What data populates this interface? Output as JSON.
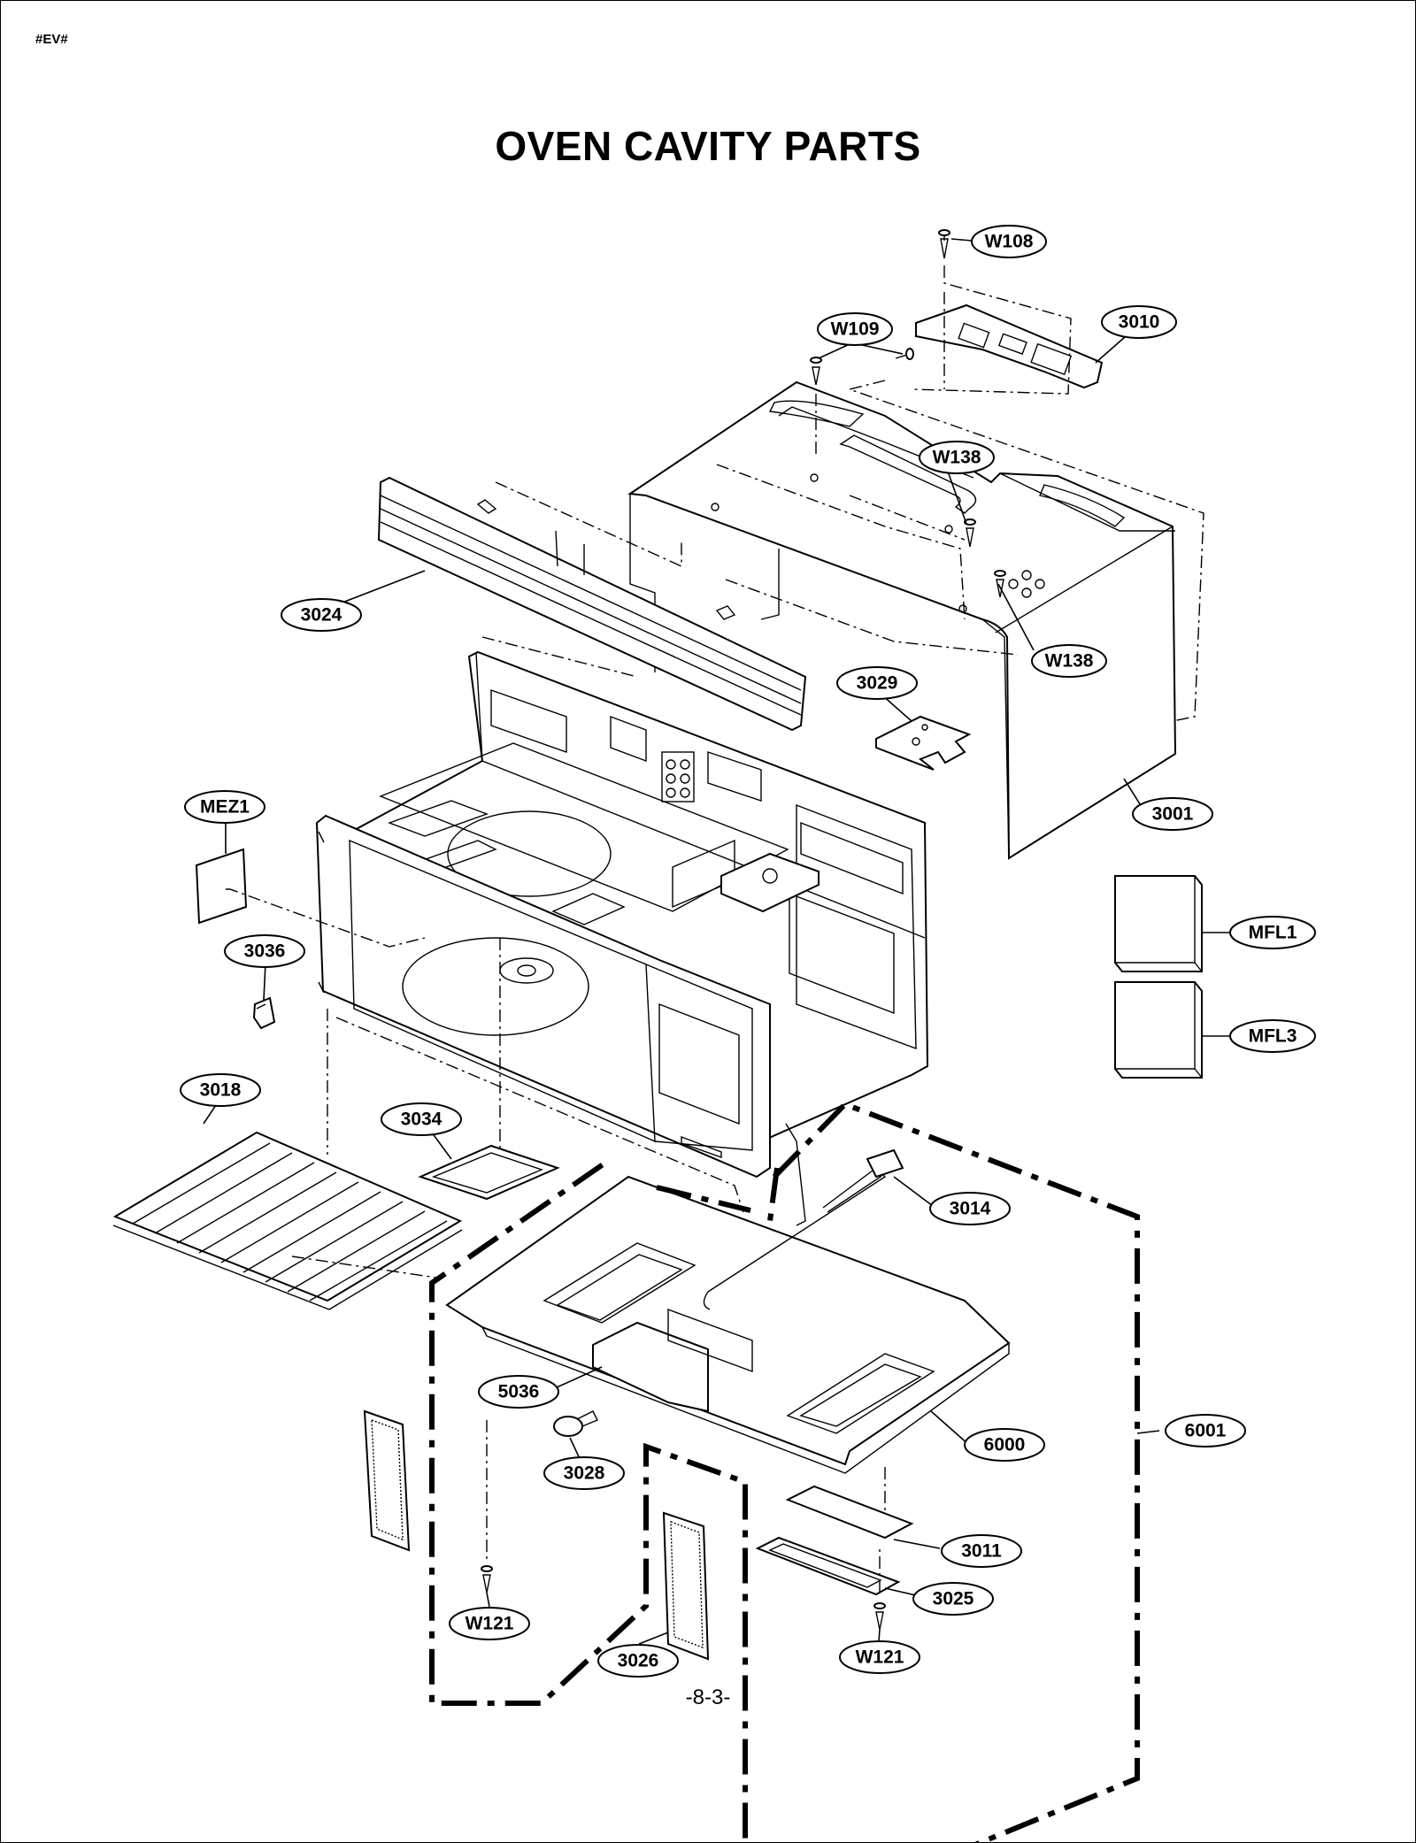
{
  "doc_code": "#EV#",
  "title": "OVEN CAVITY PARTS",
  "page_number": "-8-3-",
  "callouts": {
    "w108": "W108",
    "w109": "W109",
    "p3010": "3010",
    "w138_top": "W138",
    "w138_bottom": "W138",
    "p3024": "3024",
    "p3029": "3029",
    "mez1": "MEZ1",
    "p3001": "3001",
    "mfl1": "MFL1",
    "mfl3": "MFL3",
    "p3036": "3036",
    "p3018": "3018",
    "p3034": "3034",
    "p3014": "3014",
    "p5036": "5036",
    "p6000": "6000",
    "p6001": "6001",
    "p3028": "3028",
    "p3011": "3011",
    "p3025": "3025",
    "w121_left": "W121",
    "w121_right": "W121",
    "p3026": "3026"
  }
}
